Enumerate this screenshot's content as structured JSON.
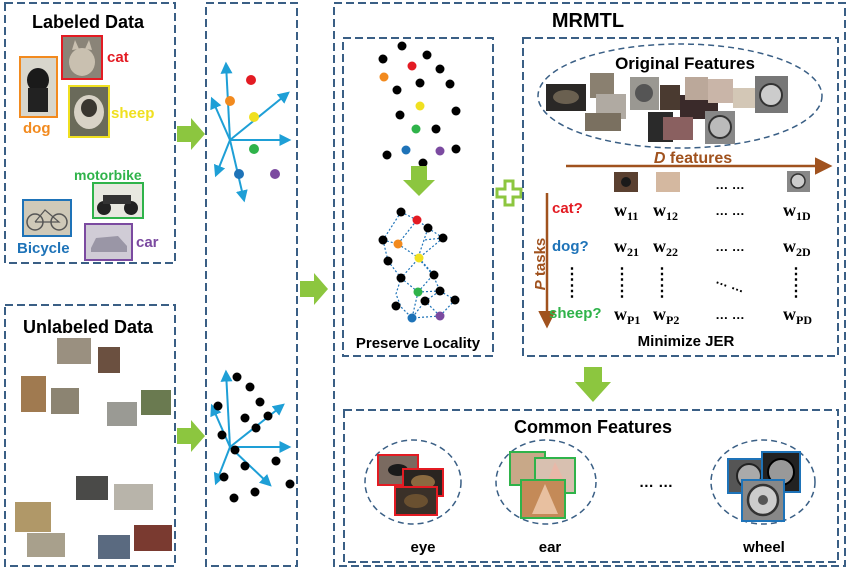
{
  "labeled": {
    "title": "Labeled Data",
    "cat": "cat",
    "dog": "dog",
    "sheep": "sheep",
    "motorbike": "motorbike",
    "bicycle": "Bicycle",
    "car": "car"
  },
  "unlabeled": {
    "title": "Unlabeled Data"
  },
  "main": {
    "title": "MRMTL",
    "preserve": "Preserve Locality",
    "original": "Original Features",
    "dfeat_italic": "D",
    "dfeat_rest": " features",
    "ptasks_italic": "P",
    "ptasks_rest": " tasks",
    "minimize": "Minimize JER",
    "tasks": [
      "cat?",
      "dog?",
      "sheep?"
    ],
    "ellipsis_h": "… …",
    "ellipsis_v": "⋮",
    "w": [
      "w",
      "w",
      "w",
      "w",
      "w",
      "w",
      "w",
      "w",
      "w"
    ],
    "w_sub": [
      "11",
      "12",
      "1D",
      "21",
      "22",
      "2D",
      "P1",
      "P2",
      "PD"
    ],
    "common_title": "Common Features",
    "eye": "eye",
    "ear": "ear",
    "wheel": "wheel",
    "common_dots": "… …"
  },
  "colors": {
    "frame": "#3a5f85",
    "arrow_green": "#8cc63f",
    "axis_blue": "#1e9fd6",
    "brown": "#a0521e",
    "cat": "#e31b23",
    "dog": "#f28a1e",
    "sheep": "#f0e020",
    "motorbike": "#2fb34a",
    "bicycle": "#1e73b8",
    "car": "#7b4aa0"
  }
}
